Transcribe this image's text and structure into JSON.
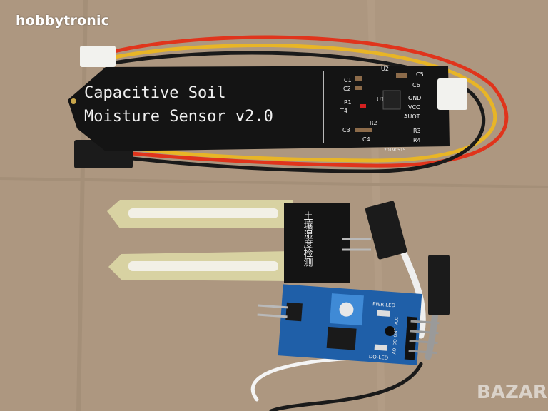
{
  "watermark": "hobbytronic",
  "logo_watermark": "BAZAR",
  "capacitive_sensor": {
    "title_line1": "Capacitive  Soil",
    "title_line2": "Moisture Sensor v2.0",
    "labels": [
      "U2",
      "C5",
      "C1",
      "C2",
      "C6",
      "GND",
      "U1",
      "R1",
      "VCC",
      "T4",
      "AUOT",
      "R2",
      "C3",
      "R3",
      "C4",
      "R4"
    ],
    "date_code": "20190515"
  },
  "probe_board": {
    "label": "土壤湿度检测"
  },
  "comparator_module": {
    "pwr_led": "PWR-LED",
    "do_led": "DO-LED",
    "pins": [
      "AO",
      "DO",
      "GND",
      "VCC"
    ]
  },
  "colors": {
    "cardboard": "#ad9780",
    "pcb_black": "#141414",
    "pcb_blue": "#1f5fa8",
    "probe_pcb": "#d8d2a2",
    "wire_red": "#e0341c",
    "wire_yellow": "#e8b526",
    "wire_black": "#1a1a1a"
  }
}
